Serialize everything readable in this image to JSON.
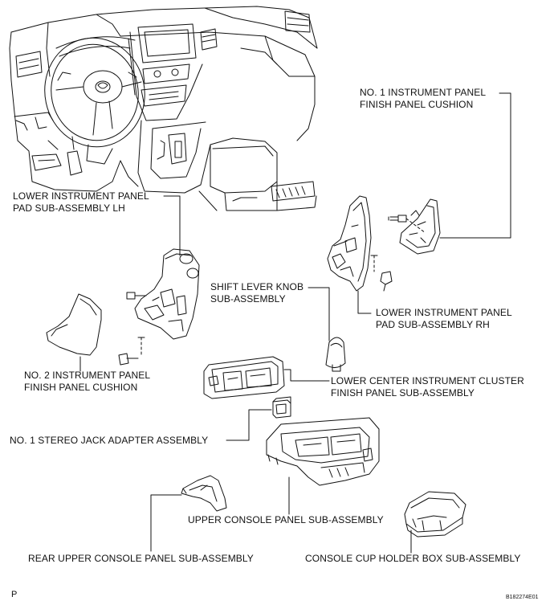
{
  "labels": {
    "no1_ip_finish_cushion": "NO. 1 INSTRUMENT PANEL\nFINISH PANEL CUSHION",
    "lower_ip_pad_lh": "LOWER INSTRUMENT PANEL\nPAD SUB-ASSEMBLY LH",
    "shift_lever_knob": "SHIFT LEVER KNOB\nSUB-ASSEMBLY",
    "lower_ip_pad_rh": "LOWER INSTRUMENT PANEL\nPAD SUB-ASSEMBLY RH",
    "no2_ip_finish_cushion": "NO. 2 INSTRUMENT PANEL\nFINISH PANEL CUSHION",
    "lower_center_cluster": "LOWER CENTER INSTRUMENT CLUSTER\nFINISH PANEL SUB-ASSEMBLY",
    "stereo_jack": "NO. 1 STEREO JACK ADAPTER ASSEMBLY",
    "upper_console": "UPPER CONSOLE PANEL SUB-ASSEMBLY",
    "rear_upper_console": "REAR UPPER CONSOLE PANEL SUB-ASSEMBLY",
    "cup_holder_box": "CONSOLE CUP HOLDER BOX SUB-ASSEMBLY"
  },
  "figure_code": "B182274E01",
  "page_mark": "P"
}
